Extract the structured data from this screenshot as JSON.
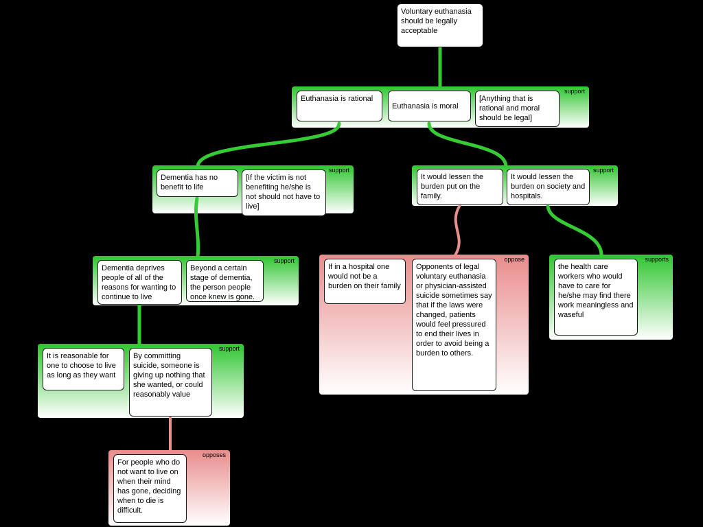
{
  "colors": {
    "background": "#000000",
    "support_fill": "#2fc52f",
    "oppose_fill": "#e98c8c",
    "support_line": "#35cb35",
    "oppose_line": "#e89090"
  },
  "nodes": {
    "root": "Voluntary euthanasia should be legally acceptable",
    "rational": "Euthanasia is rational",
    "moral": "Euthanasia is moral",
    "anything": "[Anything that is rational and moral should be legal]",
    "dementia_no_benefit": "Dementia has no benefit to life",
    "victim": "[If the victim is not benefiting he/she is not should not have to live]",
    "burden_family": "It would lessen the burden put on the family.",
    "burden_society": "It would lessen the burden on society and hospitals.",
    "dementia_deprives": "Dementia deprives people of all of the reasons for wanting to continue to live",
    "beyond_stage": "Beyond a certain stage of dementia, the person people once knew is gone.",
    "reasonable": "It is reasonable for one to choose to live as long as they want",
    "committing": "By committing suicide, someone is giving up nothing that she wanted, or could reasonably value",
    "hospital": "If in a hospital one would not be a burden on their family",
    "opponents": "Opponents of legal voluntary euthanasia or physician-assisted suicide sometimes say that if the laws were changed, patients would feel pressured to end their lives in order to avoid being a burden to others.",
    "healthcare": "the health care workers who would have to care for he/she may find there work meaningless and waseful",
    "for_people": "For people who do not want to live on when their mind has gone, deciding when to die is difficult."
  },
  "labels": {
    "g1": "support",
    "g2": "support",
    "g3": "support",
    "g4": "support",
    "g5": "support",
    "g6": "oppose",
    "g7": "supports",
    "g8": "opposes"
  }
}
